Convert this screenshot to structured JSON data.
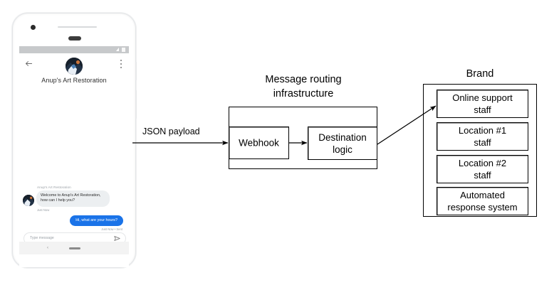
{
  "diagram": {
    "flow_label": "JSON payload",
    "infrastructure": {
      "title_line1": "Message routing",
      "title_line2": "infrastructure",
      "nodes": [
        {
          "label": "Webhook"
        },
        {
          "label_line1": "Destination",
          "label_line2": "logic"
        }
      ]
    },
    "brand": {
      "title": "Brand",
      "recipients": [
        {
          "line1": "Online support",
          "line2": "staff"
        },
        {
          "line1": "Location #1",
          "line2": "staff"
        },
        {
          "line1": "Location #2",
          "line2": "staff"
        },
        {
          "line1": "Automated",
          "line2": "response system"
        }
      ]
    },
    "colors": {
      "stroke": "#000000",
      "box_fill": "#ffffff",
      "shadow": "#9a9a9a"
    }
  },
  "phone": {
    "app_bar": {
      "back_icon": "arrow-left-icon",
      "menu_icon": "kebab-menu-icon",
      "avatar_icon": "brand-avatar"
    },
    "conversation_title": "Anup's Art Restoration",
    "messages": [
      {
        "sender": "Anup's Art Restoration",
        "text": "Welcome to Anup's Art Restoration, how can I help you?",
        "timestamp": "Just Now",
        "direction": "incoming"
      },
      {
        "text": "Hi, what are your hours?",
        "timestamp": "Just Now • Sent",
        "direction": "outgoing"
      }
    ],
    "composer": {
      "placeholder": "Type message",
      "send_icon": "send-icon"
    },
    "nav_bar": {
      "back_label": "‹",
      "home_icon": "home-pill-icon"
    },
    "colors": {
      "outgoing_bubble": "#1a73e8",
      "incoming_bubble": "#eceff1",
      "status_bar": "#c7c9cb"
    }
  }
}
